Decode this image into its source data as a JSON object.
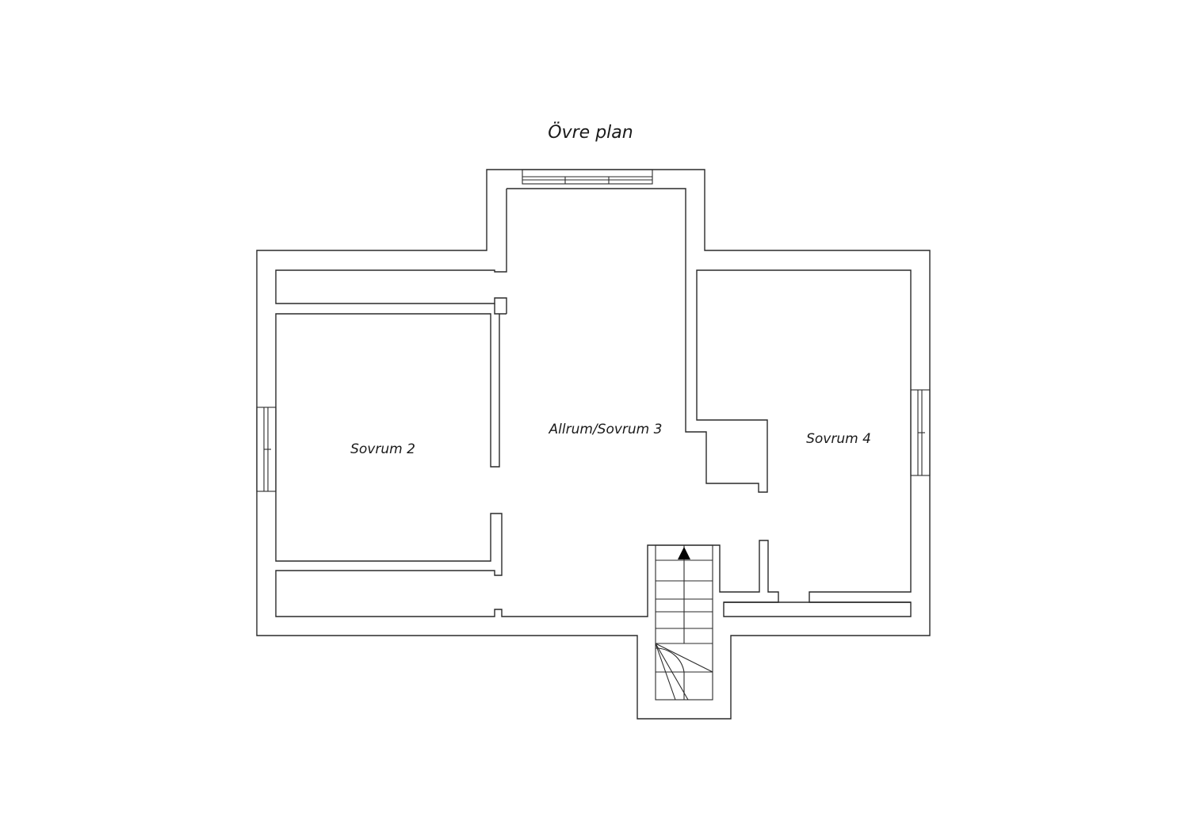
{
  "plan": {
    "title": "Övre plan",
    "rooms": [
      {
        "id": "sovrum-2",
        "label": "Sovrum 2"
      },
      {
        "id": "allrum-sovrum-3",
        "label": "Allrum/Sovrum 3"
      },
      {
        "id": "sovrum-4",
        "label": "Sovrum 4"
      }
    ],
    "colors": {
      "line": "#2a2a2a",
      "text": "#1a1a1a",
      "background": "#ffffff"
    }
  }
}
